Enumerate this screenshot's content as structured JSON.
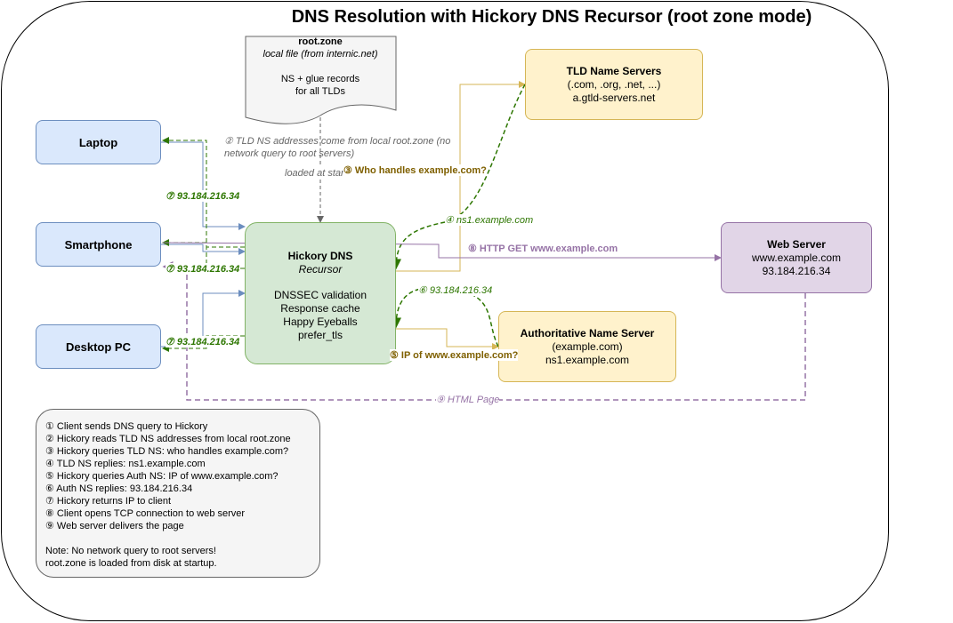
{
  "title": "DNS Resolution with Hickory DNS Recursor (root zone mode)",
  "root_zone": {
    "title": "root.zone",
    "subtitle": "local file (from internic.net)",
    "line1": "NS + glue records",
    "line2": "for all TLDs"
  },
  "clients": {
    "laptop": "Laptop",
    "smartphone": "Smartphone",
    "desktop": "Desktop PC"
  },
  "hickory": {
    "title": "Hickory DNS",
    "subtitle": "Recursor",
    "features": [
      "DNSSEC validation",
      "Response cache",
      "Happy Eyeballs",
      "prefer_tls"
    ]
  },
  "tld": {
    "title": "TLD Name Servers",
    "line1": "(.com, .org, .net, ...)",
    "line2": "a.gtld-servers.net"
  },
  "auth": {
    "title": "Authoritative Name Server",
    "line1": "(example.com)",
    "line2": "ns1.example.com"
  },
  "web": {
    "title": "Web Server",
    "line1": "www.example.com",
    "line2": "93.184.216.34"
  },
  "edge_labels": {
    "step2": "② TLD NS addresses come from local root.zone (no network query to root servers)",
    "loaded": "loaded at start",
    "step3": "③ Who handles example.com?",
    "step4": "④ ns1.example.com",
    "step5": "⑤ IP of www.example.com?",
    "step6": "⑥ 93.184.216.34",
    "step7_laptop": "⑦ 93.184.216.34",
    "step7_phone": "⑦ 93.184.216.34",
    "step7_desktop": "⑦ 93.184.216.34",
    "step8": "⑧ HTTP GET www.example.com",
    "step9": "⑨ HTML Page"
  },
  "legend": {
    "steps": [
      "① Client sends DNS query to Hickory",
      "② Hickory reads TLD NS addresses from local root.zone",
      "③ Hickory queries TLD NS: who handles example.com?",
      "④ TLD NS replies: ns1.example.com",
      "⑤ Hickory queries Auth NS: IP of www.example.com?",
      "⑥ Auth NS replies: 93.184.216.34",
      "⑦ Hickory returns IP to client",
      "⑧ Client opens TCP connection to web server",
      "⑨ Web server delivers the page"
    ],
    "note1": "Note: No network query to root servers!",
    "note2": "root.zone is loaded from disk at startup."
  },
  "colors": {
    "query": "#d6b656",
    "reply": "#2d7600",
    "client_query": "#6c8ebf",
    "http": "#9673a6",
    "loaded": "#666666"
  }
}
